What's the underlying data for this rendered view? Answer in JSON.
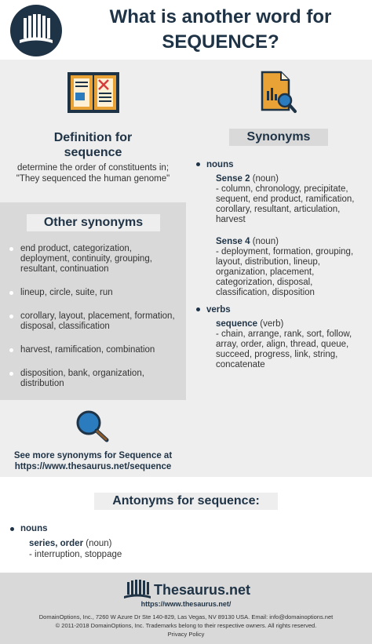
{
  "header": {
    "title_line1": "What is another word for",
    "title_line2": "SEQUENCE?"
  },
  "definition": {
    "title_line1": "Definition for",
    "title_line2": "sequence",
    "text": "determine the order of constituents in; \"They sequenced the human genome\""
  },
  "other_synonyms": {
    "label": "Other synonyms",
    "items": [
      "end product, categorization, deployment, continuity, grouping, resultant, continuation",
      "lineup, circle, suite, run",
      "corollary, layout, placement, formation, disposal, classification",
      "harvest, ramification, combination",
      "disposition, bank, organization, distribution"
    ]
  },
  "see_more": {
    "line1": "See more synonyms for Sequence at",
    "line2": "https://www.thesaurus.net/sequence"
  },
  "synonyms": {
    "label": "Synonyms",
    "nouns_label": "nouns",
    "sense2_label": "Sense 2",
    "sense2_pos": "(noun)",
    "sense2_text": "- column, chronology, precipitate, sequent, end product, ramification, corollary, resultant, articulation, harvest",
    "sense4_label": "Sense 4",
    "sense4_pos": "(noun)",
    "sense4_text": "- deployment, formation, grouping, layout, distribution, lineup, organization, placement, categorization, disposal, classification, disposition",
    "verbs_label": "verbs",
    "verb_label": "sequence",
    "verb_pos": "(verb)",
    "verb_text": "- chain, arrange, rank, sort, follow, array, order, align, thread, queue, succeed, progress, link, string, concatenate"
  },
  "antonyms": {
    "label": "Antonyms for sequence:",
    "nouns_label": "nouns",
    "head": "series, order",
    "head_pos": "(noun)",
    "text": "- interruption, stoppage"
  },
  "footer": {
    "brand": "Thesaurus.net",
    "url": "https://www.thesaurus.net/",
    "address": "DomainOptions, Inc., 7260 W Azure Dr Ste 140-829, Las Vegas, NV 89130 USA. Email: info@domainoptions.net",
    "copyright": "© 2011-2018 DomainOptions, Inc. Trademarks belong to their respective owners. All rights reserved.",
    "privacy": "Privacy Policy"
  },
  "colors": {
    "primary": "#1f3346",
    "accent": "#e8a236",
    "magnifier": "#2b7bbf",
    "panel_light": "#eeeeee",
    "panel_dark": "#d9d9d9"
  }
}
